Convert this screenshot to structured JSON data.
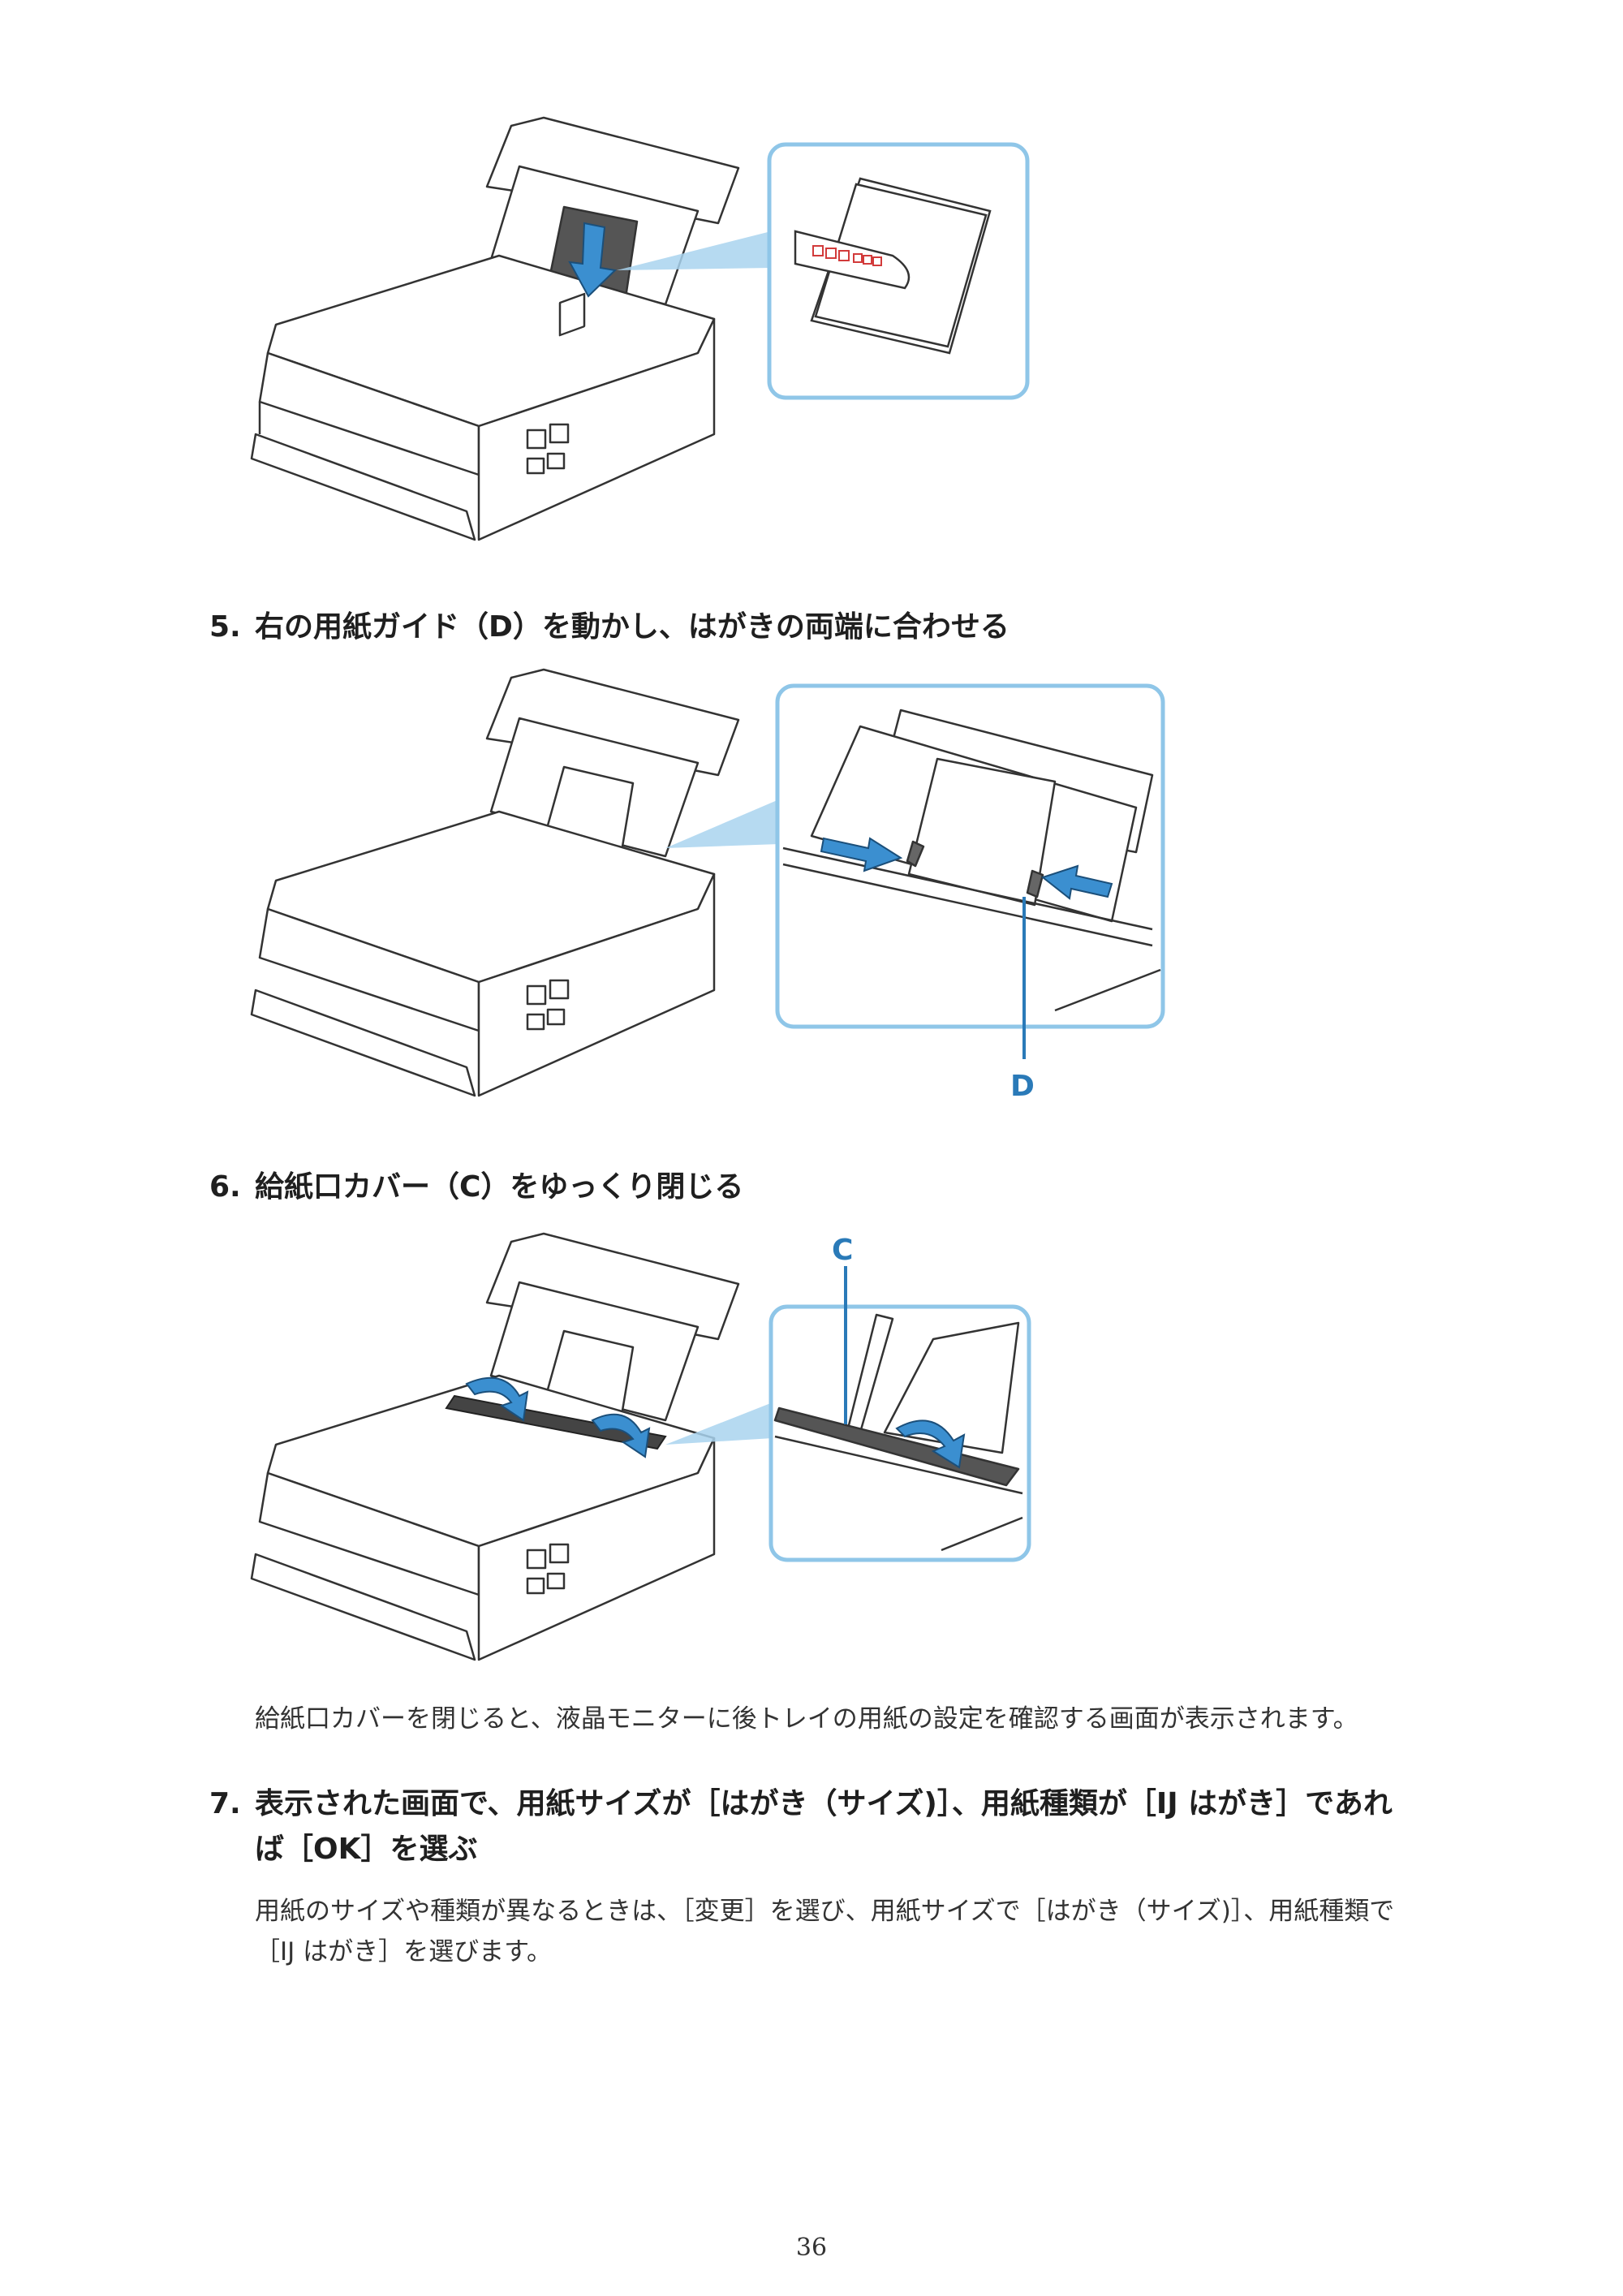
{
  "steps": [
    {
      "number": "5.",
      "line1": "右の用紙ガイド（D）を動かし、はがきの両端に合わせる"
    },
    {
      "number": "6.",
      "line1": "給紙口カバー（C）をゆっくり閉じる"
    },
    {
      "number": "7.",
      "line1": "表示された画面で、用紙サイズが［はがき（サイズ)］、用紙種類が［IJ はがき］であれ",
      "line2": "ば［OK］を選ぶ"
    }
  ],
  "paragraphs": {
    "after_step6": "給紙口カバーを閉じると、液晶モニターに後トレイの用紙の設定を確認する画面が表示されます。",
    "after_step7_line1": "用紙のサイズや種類が異なるときは、［変更］を選び、用紙サイズで［はがき（サイズ)］、用紙種類で",
    "after_step7_line2": "［IJ はがき］を選びます。"
  },
  "callouts": {
    "guide": "D",
    "cover": "C"
  },
  "page_number": "36",
  "colors": {
    "accent": "#2a7ab8",
    "callout_frame": "#8fc6e8",
    "arrow": "#3b8fd0",
    "line": "#333333"
  },
  "icons": [
    "printer-illustration",
    "paper-load-arrow-icon",
    "paper-guide-arrows-icon",
    "cover-close-arrow-icon"
  ]
}
